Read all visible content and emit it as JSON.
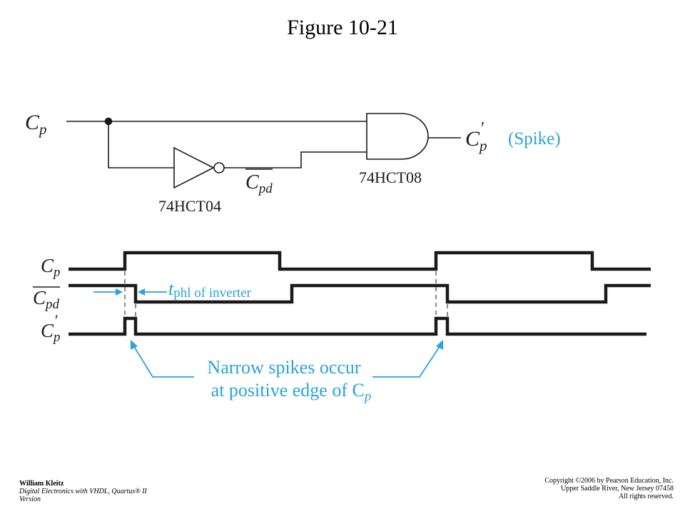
{
  "figure_title": "Figure 10-21",
  "circuit": {
    "input_label": "C",
    "input_sub": "p",
    "output_label": "C",
    "output_sub": "p",
    "output_prime": "′",
    "spike_label": "(Spike)",
    "inverter_output_label": "C",
    "inverter_output_sub": "pd",
    "inverter_part": "74HCT04",
    "and_part": "74HCT08"
  },
  "timing": {
    "signals": [
      {
        "name": "C",
        "sub": "p",
        "overbar": false,
        "prime": ""
      },
      {
        "name": "C",
        "sub": "pd",
        "overbar": true,
        "prime": ""
      },
      {
        "name": "C",
        "sub": "p",
        "overbar": false,
        "prime": "′"
      }
    ],
    "delay_label_main": "t",
    "delay_label_sub": "phl of inverter",
    "note_line1": "Narrow spikes occur",
    "note_line2": "at positive edge of C",
    "note_sub": "p"
  },
  "footer": {
    "author": "William Kleitz",
    "book": "Digital Electronics with VHDL, Quartus® II Version",
    "copyright": "Copyright ©2006 by Pearson Education, Inc.",
    "address": "Upper Saddle River, New Jersey 07458",
    "rights": "All rights reserved."
  },
  "colors": {
    "line": "#1a1a1a",
    "accent": "#29a3dc"
  }
}
